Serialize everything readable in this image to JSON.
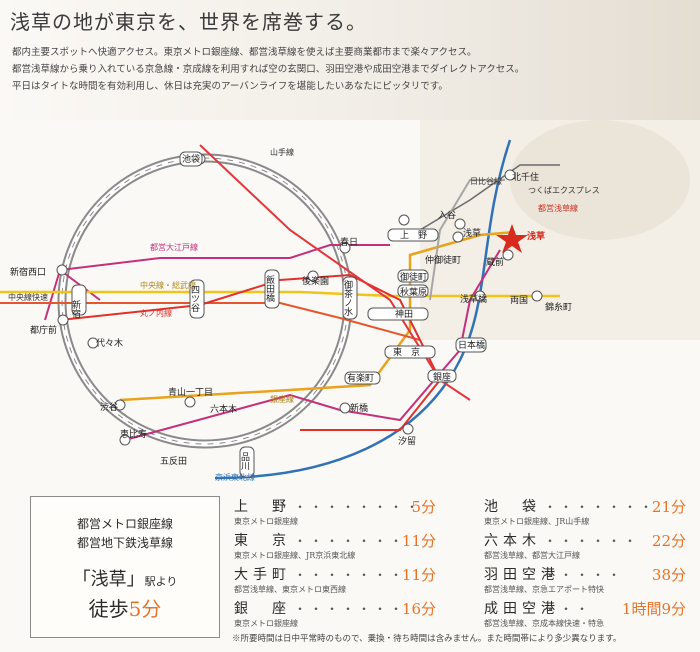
{
  "title": "浅草の地が東京を、世界を席巻する。",
  "intro": [
    "都内主要スポットへ快適アクセス。東京メトロ銀座線、都営浅草線を使えば主要商業都市まで楽々アクセス。",
    "都営浅草線から乗り入れている京急線・京成線を利用すれば空の玄関口、羽田空港や成田空港までダイレクトアクセス。",
    "平日はタイトな時間を有効利用し、休日は充実のアーバンライフを堪能したいあなたにピッタリです。"
  ],
  "map": {
    "lines": {
      "yamanote": "山手線",
      "nippori": "日比谷線",
      "tsukuba": "つくばエクスプレス",
      "asakusa_line": "都営浅草線",
      "oedo": "都営大江戸線",
      "chuo": "中央線・総武線",
      "marunouchi": "丸ノ内線",
      "chuo_rapid": "中央線快速",
      "ginza": "銀座線",
      "keihin": "京浜東北線"
    },
    "stations": {
      "ikebukuro": "池袋",
      "kitasenju": "北千住",
      "iriya": "入谷",
      "ueno": "上　野",
      "asakusa_jr": "浅草",
      "asakusa": "浅草",
      "kasuga": "春日",
      "okachimachi": "仲御徒町",
      "kuramae": "蔵前",
      "shinjukunishiguchi": "新宿西口",
      "shinjuku": "新宿",
      "tocho": "都庁前",
      "iidabashi": "飯田橋",
      "korakuen": "後楽園",
      "yotsuya": "四ツ谷",
      "ochanomizu": "御茶ノ水",
      "suehirocho": "御徒町",
      "akihabara": "秋葉原",
      "asakusabashi": "浅草橋",
      "ryogoku": "両国",
      "kinshicho": "錦糸町",
      "kanda": "神田",
      "yoyogi": "代々木",
      "tokyo": "東　京",
      "nihonbashi": "日本橋",
      "yurakucho": "有楽町",
      "ginza": "銀座",
      "aoyama": "青山一丁目",
      "shibuya": "渋谷",
      "roppongi": "六本木",
      "ebisu": "恵比寿",
      "shimbashi": "新橋",
      "shiodome": "汐留",
      "gotanda": "五反田",
      "shinagawa": "品川"
    }
  },
  "access_box": {
    "line1": "都営メトロ銀座線",
    "line2": "都営地下鉄浅草線",
    "station": "「浅草」",
    "suffix": "駅より",
    "walk_label": "徒歩",
    "walk_time": "5分"
  },
  "times": [
    {
      "station": "上　野",
      "dots": "・・・・・・・・",
      "time": "5分",
      "lines": "東京メトロ銀座線"
    },
    {
      "station": "東　京",
      "dots": "・・・・・・・",
      "time": "11分",
      "lines": "東京メトロ銀座線、JR京浜東北線"
    },
    {
      "station": "大手町",
      "dots": "・・・・・・・",
      "time": "11分",
      "lines": "都営浅草線、東京メトロ東西線"
    },
    {
      "station": "銀　座",
      "dots": "・・・・・・・",
      "time": "16分",
      "lines": "東京メトロ銀座線"
    },
    {
      "station": "池　袋",
      "dots": "・・・・・・・",
      "time": "21分",
      "lines": "東京メトロ銀座線、JR山手線"
    },
    {
      "station": "六本木",
      "dots": "・・・・・・",
      "time": "22分",
      "lines": "都営浅草線、都営大江戸線"
    },
    {
      "station": "羽田空港",
      "dots": "・・・・・",
      "time": "38分",
      "lines": "都営浅草線、京急エアポート特快"
    },
    {
      "station": "成田空港",
      "dots": "・・・",
      "time": "1時間9分",
      "lines": "都営浅草線、京成本線快速・特急"
    }
  ],
  "note": "※所要時間は日中平常時のもので、乗換・待ち時間は含みません。また時間帯により多少異なります。",
  "colors": {
    "accent": "#e7742a",
    "red_star": "#d62b1e"
  }
}
